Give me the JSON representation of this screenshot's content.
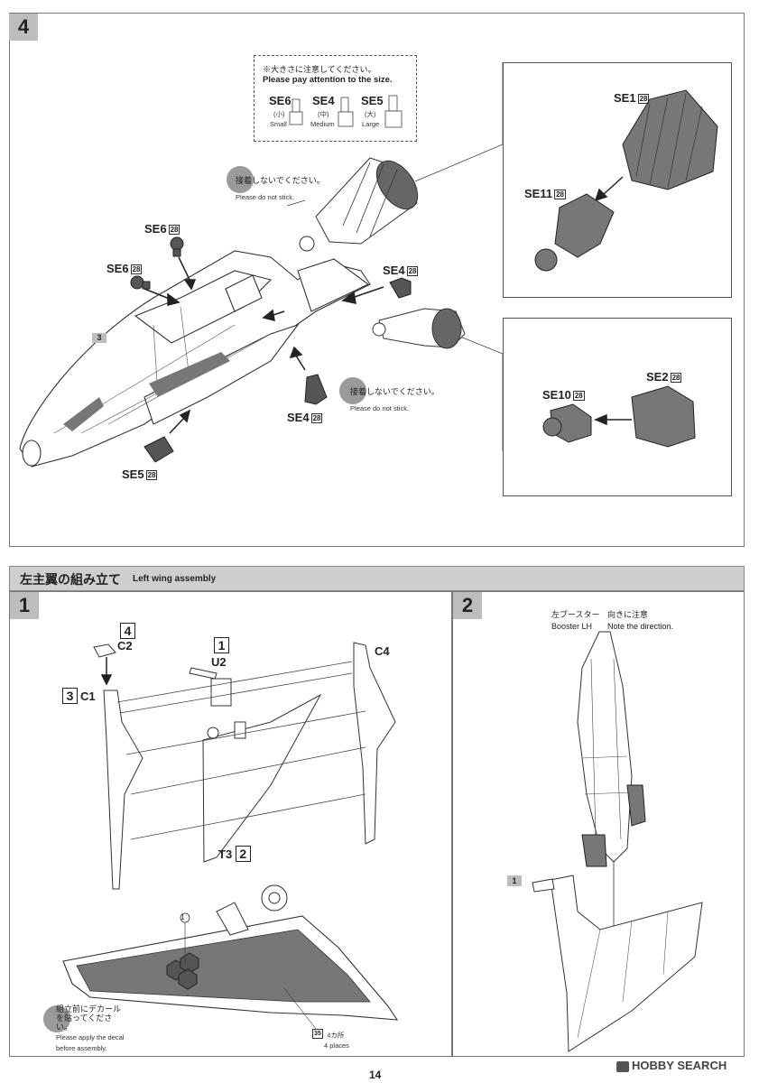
{
  "step4": {
    "number": "4",
    "sub_ref": "3",
    "size_note": {
      "jp": "※大きさに注意してください。",
      "en": "Please pay attention to the size.",
      "sizes": [
        {
          "part": "SE6",
          "jp": "(小)",
          "en": "Small"
        },
        {
          "part": "SE4",
          "jp": "(中)",
          "en": "Medium"
        },
        {
          "part": "SE5",
          "jp": "(大)",
          "en": "Large"
        }
      ]
    },
    "no_glue": {
      "jp": "接着しないでください。",
      "en": "Please do not stick."
    },
    "parts": {
      "se6_a": "SE6",
      "se6_b": "SE6",
      "se4_a": "SE4",
      "se4_b": "SE4",
      "se5": "SE5",
      "se1": "SE1",
      "se11": "SE11",
      "se10": "SE10",
      "se2": "SE2"
    },
    "runner_mark": "28"
  },
  "section": {
    "jp": "左主翼の組み立て",
    "en": "Left wing assembly"
  },
  "step1": {
    "number": "1",
    "parts": {
      "c2": "C2",
      "c2_num": "4",
      "u2": "U2",
      "u2_num": "1",
      "c1": "C1",
      "c1_num": "3",
      "c4": "C4",
      "t3": "T3",
      "t3_num": "2"
    },
    "decal_circle": "1",
    "decal_note": {
      "jp": "組立前にデカールを貼ってください。",
      "en1": "Please apply the decal",
      "en2": "before assembly."
    },
    "places": {
      "mark": "35",
      "jp": "4カ所",
      "en": "4 places"
    }
  },
  "step2": {
    "number": "2",
    "booster": {
      "jp": "左ブースター",
      "en": "Booster LH"
    },
    "direction": {
      "jp": "向きに注意",
      "en": "Note the direction."
    },
    "sub_ref": "1"
  },
  "page_number": "14",
  "watermark": "HOBBY SEARCH"
}
